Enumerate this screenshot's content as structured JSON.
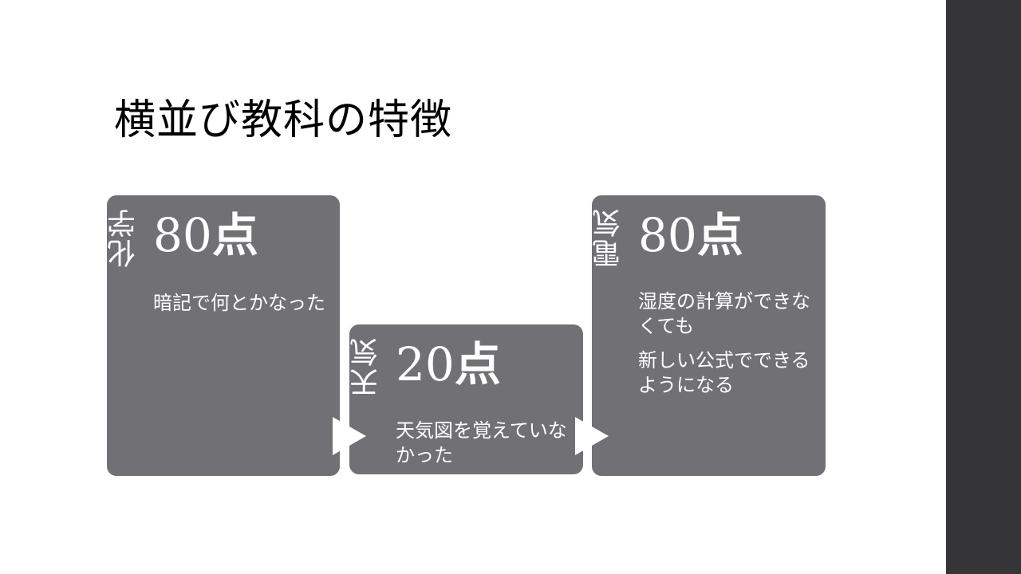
{
  "title": "横並び教科の特徴",
  "cards": [
    {
      "subject": "化学",
      "score": "80",
      "unit": "点",
      "notes": [
        "暗記で何とかなった"
      ]
    },
    {
      "subject": "天気",
      "score": "20",
      "unit": "点",
      "notes": [
        "天気図を覚えていなかった"
      ]
    },
    {
      "subject": "電気",
      "score": "80",
      "unit": "点",
      "notes": [
        "湿度の計算ができなくても",
        "新しい公式でできるようになる"
      ]
    }
  ],
  "colors": {
    "card": "#717075",
    "side_bar": "#353537",
    "background": "#ffffff",
    "arrow": "#ffffff"
  },
  "icons": [
    "chevron-right-icon",
    "chevron-right-icon"
  ]
}
